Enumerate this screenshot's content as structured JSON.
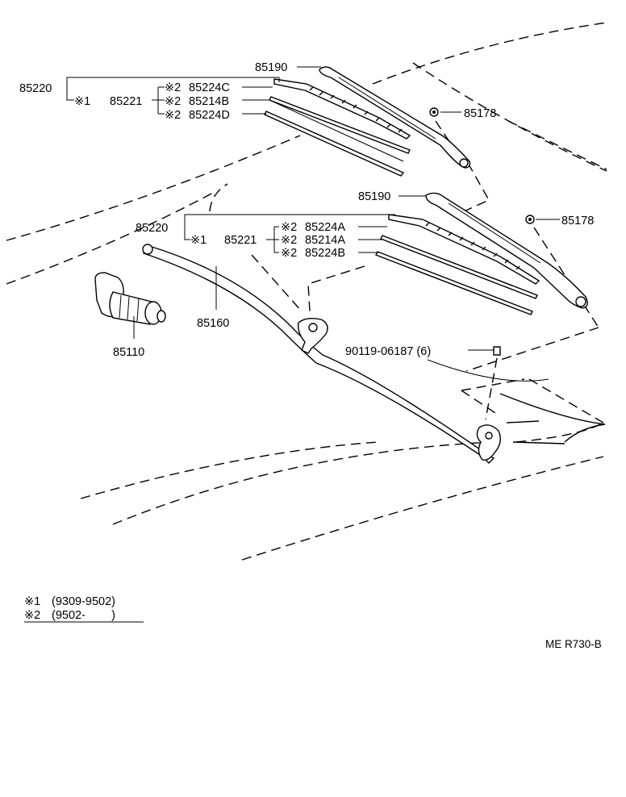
{
  "callouts": {
    "arm_upper": "85190",
    "arm_lower": "85190",
    "blade_assy_upper": "85220",
    "blade_assy_lower": "85220",
    "blade_upper": "85221",
    "blade_lower": "85221",
    "nut_upper": "85178",
    "nut_lower": "85178",
    "link_rod": "85160",
    "motor": "85110",
    "bolt": "90119-06187 (6)"
  },
  "marks": {
    "star1_upper": "※1",
    "star1_lower": "※1",
    "star2": "※2"
  },
  "sub_parts_upper": [
    {
      "mark": "※2",
      "part": "85224C"
    },
    {
      "mark": "※2",
      "part": "85214B"
    },
    {
      "mark": "※2",
      "part": "85224D"
    }
  ],
  "sub_parts_lower": [
    {
      "mark": "※2",
      "part": "85224A"
    },
    {
      "mark": "※2",
      "part": "85214A"
    },
    {
      "mark": "※2",
      "part": "85224B"
    }
  ],
  "legend": [
    {
      "mark": "※1",
      "range": "(9309-9502)"
    },
    {
      "mark": "※2",
      "range": "(9502-        )"
    }
  ],
  "diagram_code": "ME R730-B"
}
